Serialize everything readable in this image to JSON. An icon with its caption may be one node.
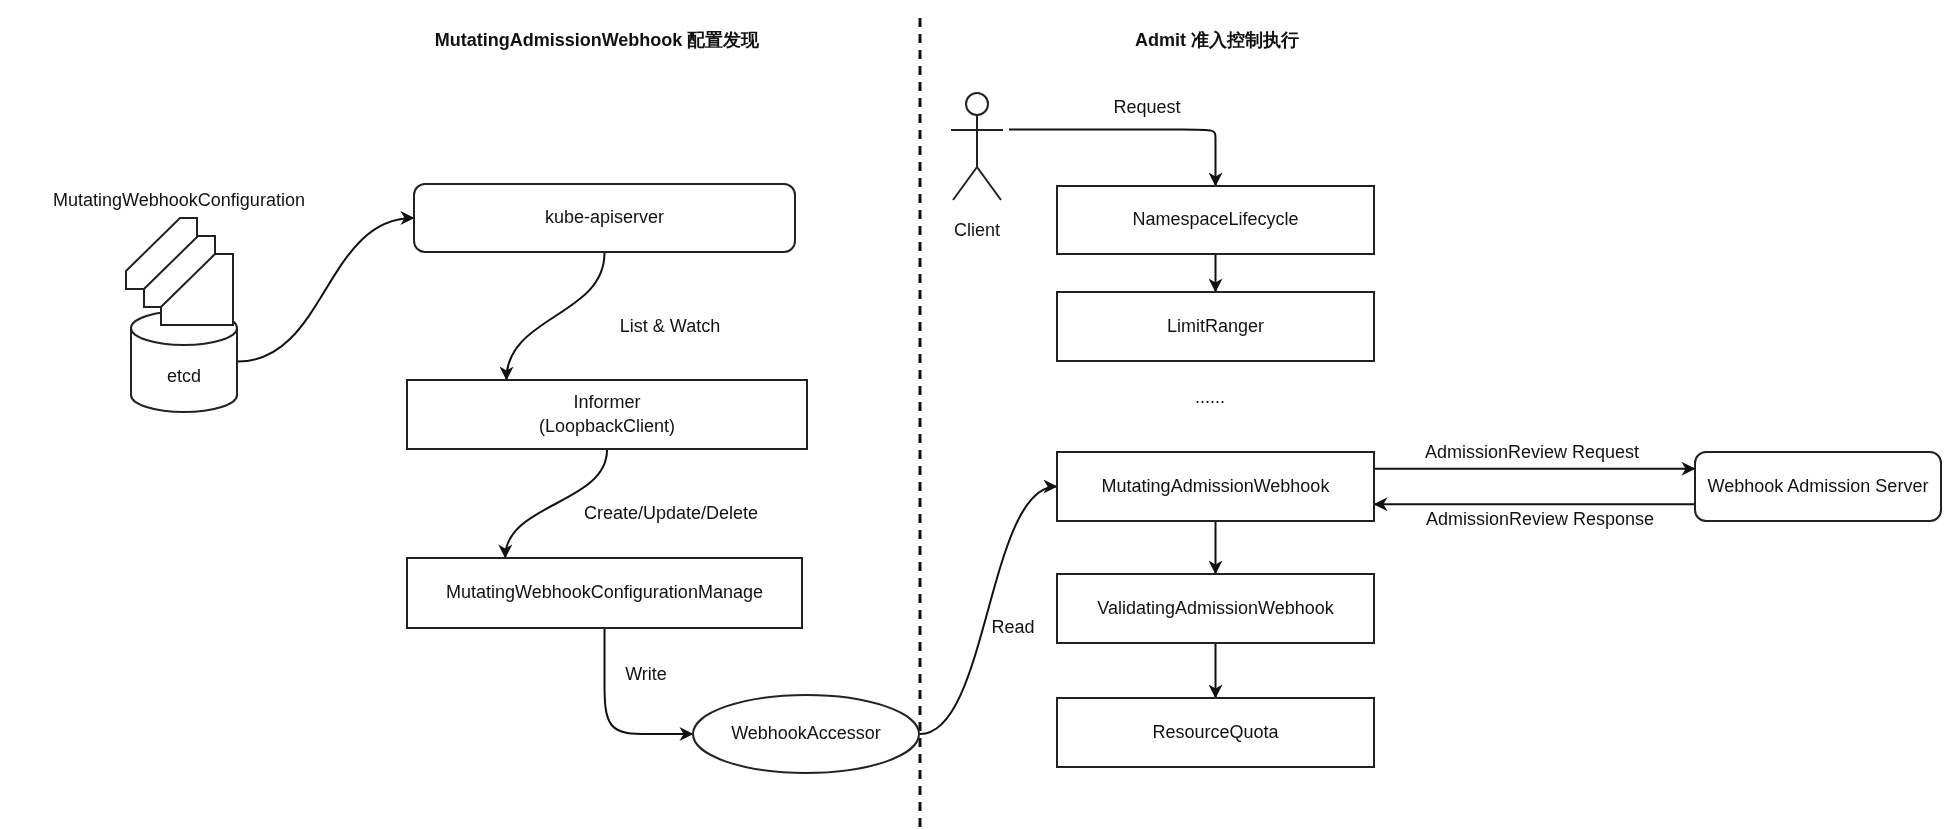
{
  "diagram": {
    "nodes": [
      {
        "text": [
          "etcd"
        ]
      },
      {
        "text": [
          "kube-apiserver"
        ]
      },
      {
        "text": [
          "Informer",
          "(LoopbackClient)"
        ]
      },
      {
        "text": [
          "MutatingWebhookConfigurationManage"
        ]
      },
      {
        "text": [
          "WebhookAccessor"
        ]
      },
      {
        "text": [
          "Client"
        ]
      },
      {
        "text": [
          "NamespaceLifecycle"
        ]
      },
      {
        "text": [
          "LimitRanger"
        ]
      },
      {
        "text": [
          "MutatingAdmissionWebhook"
        ]
      },
      {
        "text": [
          "ValidatingAdmissionWebhook"
        ]
      },
      {
        "text": [
          "ResourceQuota"
        ]
      },
      {
        "text": [
          "Webhook Admission Server"
        ]
      }
    ],
    "edges": [
      {
        "from": 0,
        "to": 1,
        "arrow": "to"
      },
      {
        "from": 1,
        "to": 2,
        "arrow": "to",
        "label": "List & Watch"
      },
      {
        "from": 2,
        "to": 3,
        "arrow": "to",
        "label": "Create/Update/Delete"
      },
      {
        "from": 3,
        "to": 4,
        "arrow": "to",
        "label": "Write"
      },
      {
        "from": 4,
        "to": 8,
        "arrow": "to",
        "label": "Read"
      },
      {
        "from": 5,
        "to": 6,
        "arrow": "to",
        "label": "Request"
      },
      {
        "from": 6,
        "to": 7,
        "arrow": "to"
      },
      {
        "from": 8,
        "to": 11,
        "arrow": "to",
        "label": "AdmissionReview Request"
      },
      {
        "from": 11,
        "to": 8,
        "arrow": "to",
        "label": "AdmissionReview Response"
      },
      {
        "from": 8,
        "to": 9,
        "arrow": "to"
      },
      {
        "from": 9,
        "to": 10,
        "arrow": "to"
      }
    ],
    "labels": [
      "MutatingAdmissionWebhook 配置发现",
      "Admit 准入控制执行",
      "MutatingWebhookConfiguration",
      "......"
    ]
  }
}
